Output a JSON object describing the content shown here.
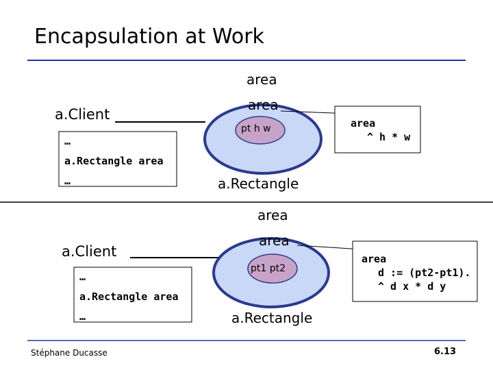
{
  "slide": {
    "title": "Encapsulation at Work",
    "author": "Stéphane Ducasse",
    "page_number": "6.13"
  },
  "top_example": {
    "client_label": "a.Client",
    "client_box_lines": [
      "…",
      "a.Rectangle area",
      "…"
    ],
    "message_outer": "area",
    "message_inner": "area",
    "state_vars": "pt h w",
    "object_label": "a.Rectangle",
    "method_lines": [
      "area",
      "^ h * w"
    ]
  },
  "bottom_example": {
    "client_label": "a.Client",
    "client_box_lines": [
      "…",
      "a.Rectangle area",
      "…"
    ],
    "message_outer": "area",
    "message_inner": "area",
    "state_vars": "pt1 pt2",
    "object_label": "a.Rectangle",
    "method_lines": [
      "area",
      "d := (pt2-pt1).",
      "^ d x * d y"
    ]
  },
  "colors": {
    "outer_fill": "#c9d8f7",
    "outer_stroke": "#2a3a8f",
    "inner_fill": "#c8a3c8",
    "rule": "#2233aa"
  }
}
